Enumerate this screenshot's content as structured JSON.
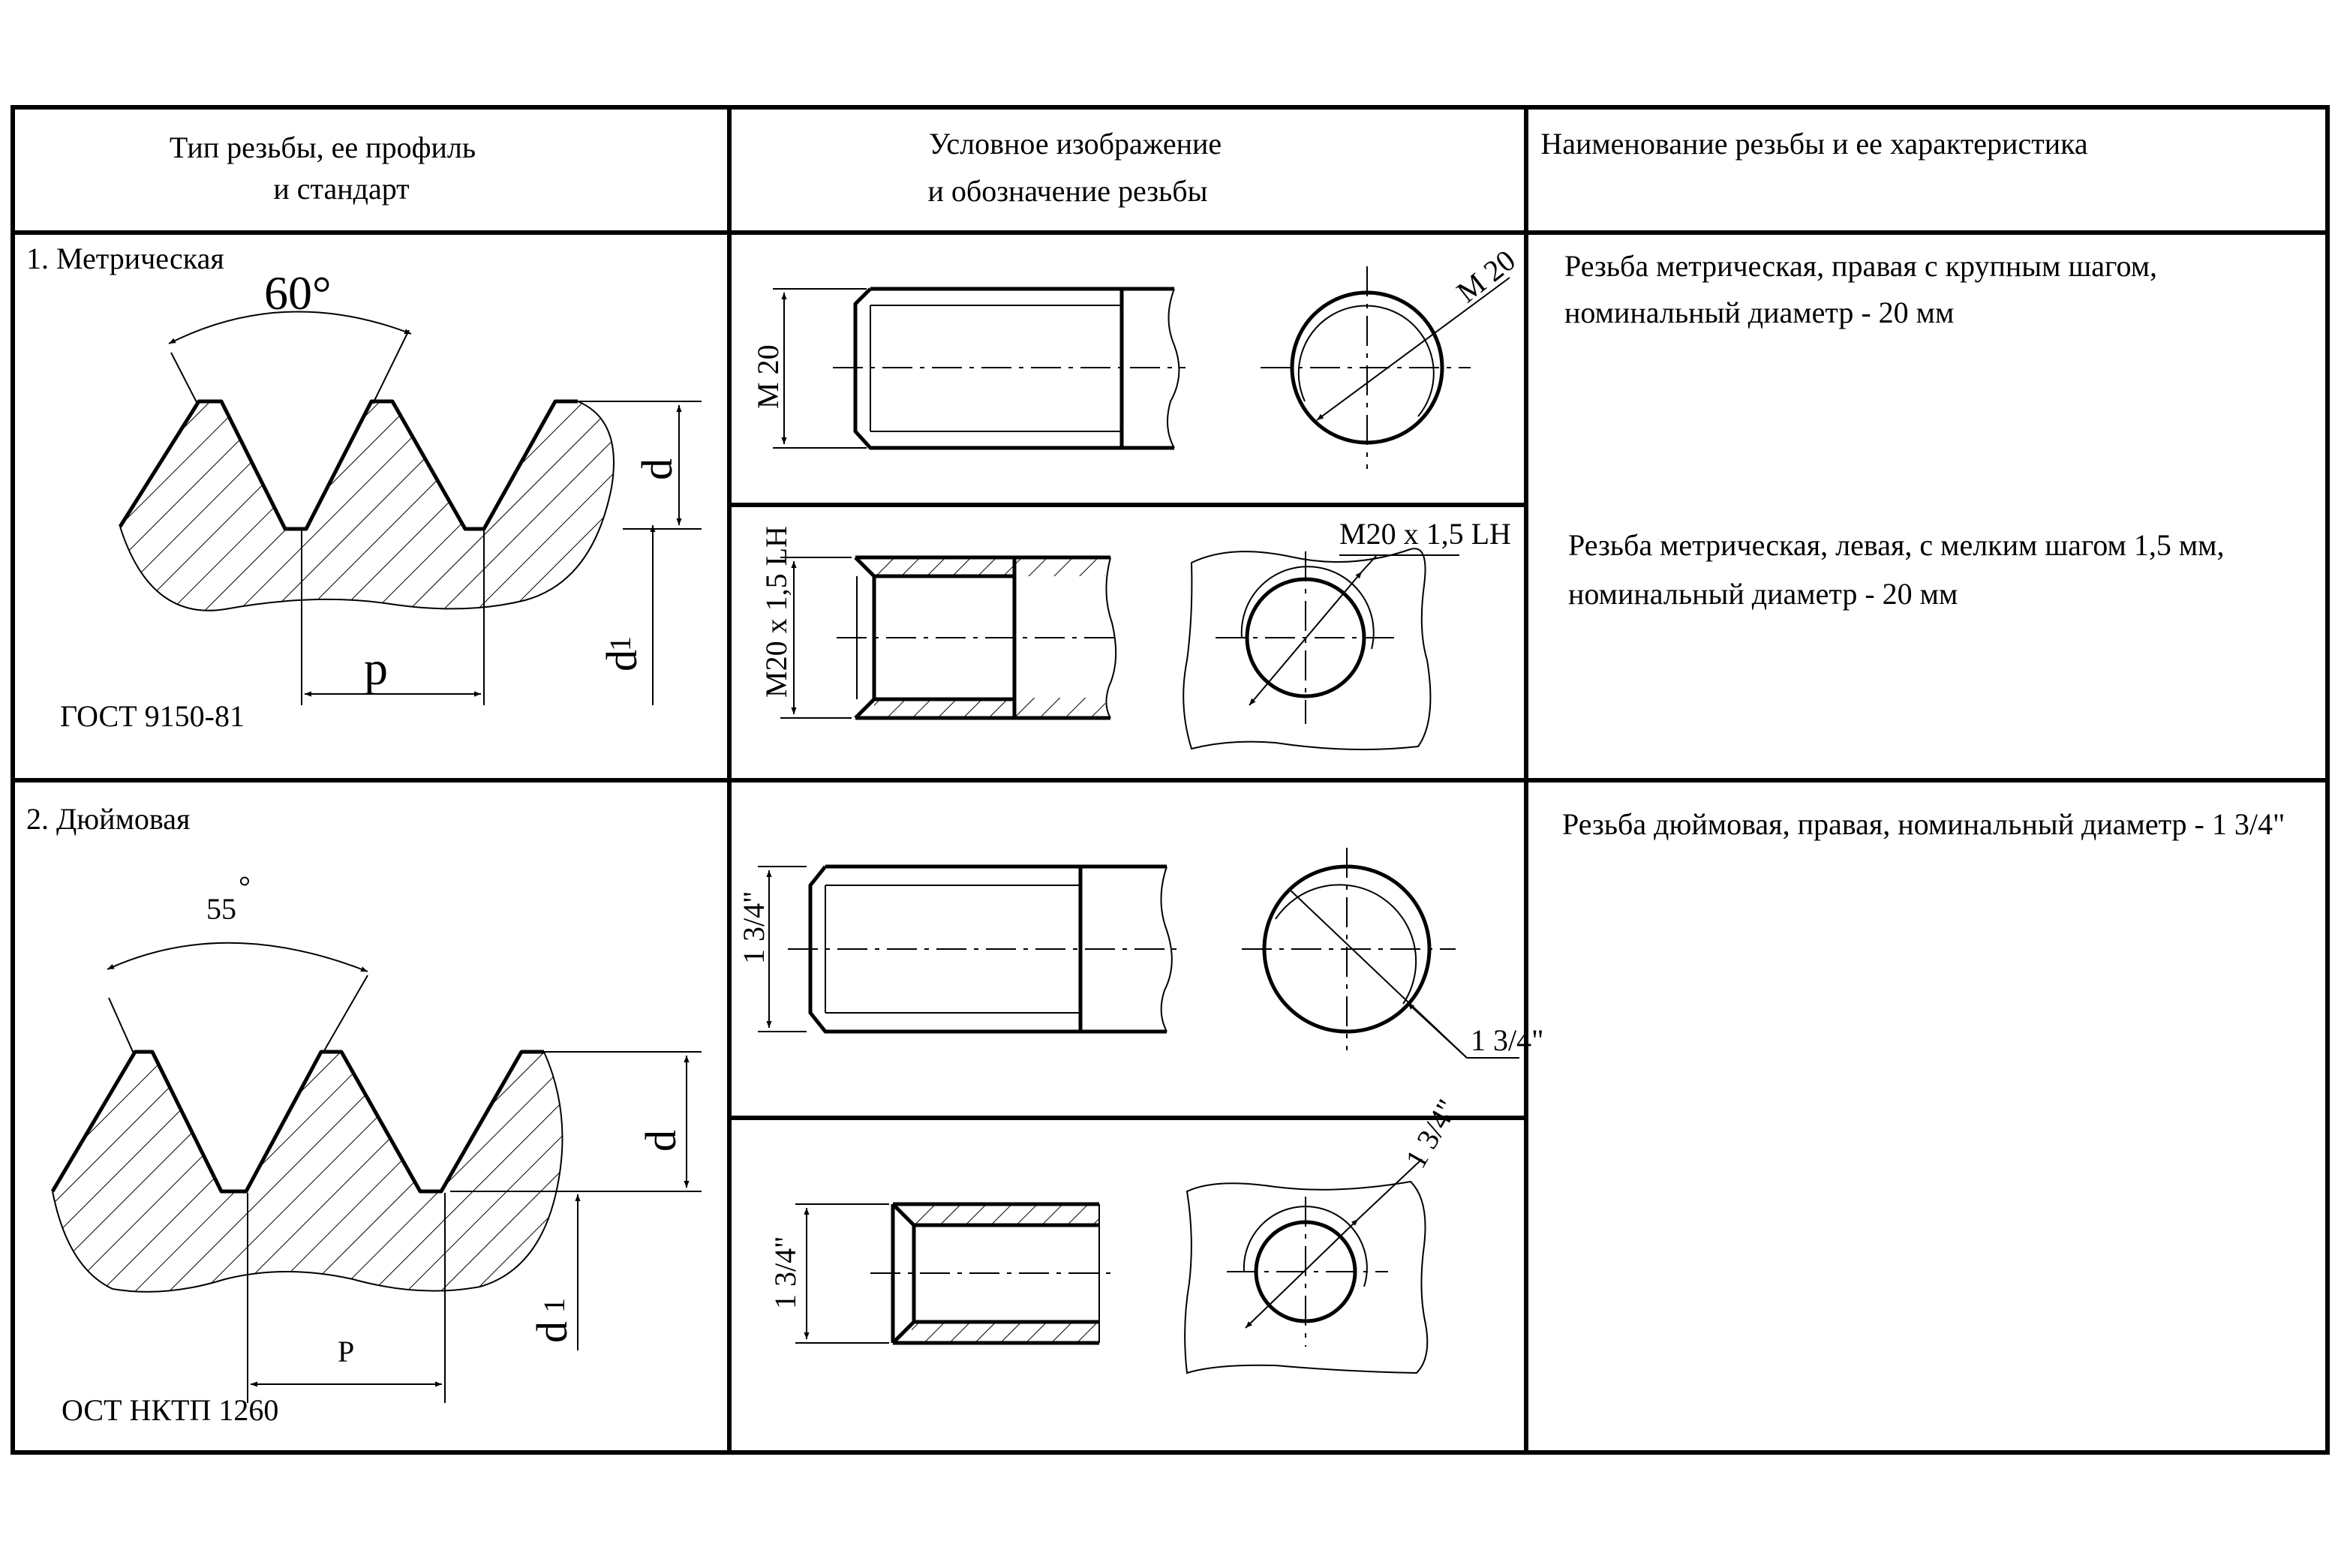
{
  "header": {
    "col1_line1": "Тип резьбы, ее профиль",
    "col1_line2": "и стандарт",
    "col2_line1": "Условное изображение",
    "col2_line2": "и обозначение резьбы",
    "col3": "Наименование резьбы и ее характеристика"
  },
  "metric": {
    "title": "1. Метрическая",
    "angle": "60°",
    "d_label": "d",
    "d1_label": "d",
    "d1_sub": "1",
    "p_label": "p",
    "standard": "ГОСТ 9150-81",
    "bolt_dim": "M 20",
    "bolt_end_dim": "M 20",
    "bolt_desc_line1": "Резьба метрическая, правая с крупным шагом,",
    "bolt_desc_line2": "номинальный диаметр - 20 мм",
    "hole_dim": "M20 x 1,5 LH",
    "hole_end_dim": "M20 x 1,5 LH",
    "hole_desc_line1": "Резьба метрическая, левая, с мелким шагом 1,5 мм,",
    "hole_desc_line2": "номинальный диаметр - 20 мм"
  },
  "inch": {
    "title": "2. Дюймовая",
    "angle_value": "55",
    "angle_unit": "°",
    "d_label": "d",
    "d1_label": "d",
    "d1_sub": "1",
    "p_label": "P",
    "standard": "ОСТ НКТП 1260",
    "bolt_dim": "1 3/4\"",
    "bolt_end_dim": "1 3/4\"",
    "bolt_desc": "Резьба дюймовая, правая, номинальный диаметр - 1  3/4\"",
    "hole_dim": "1 3/4\"",
    "hole_end_dim": "1 3/4\""
  }
}
